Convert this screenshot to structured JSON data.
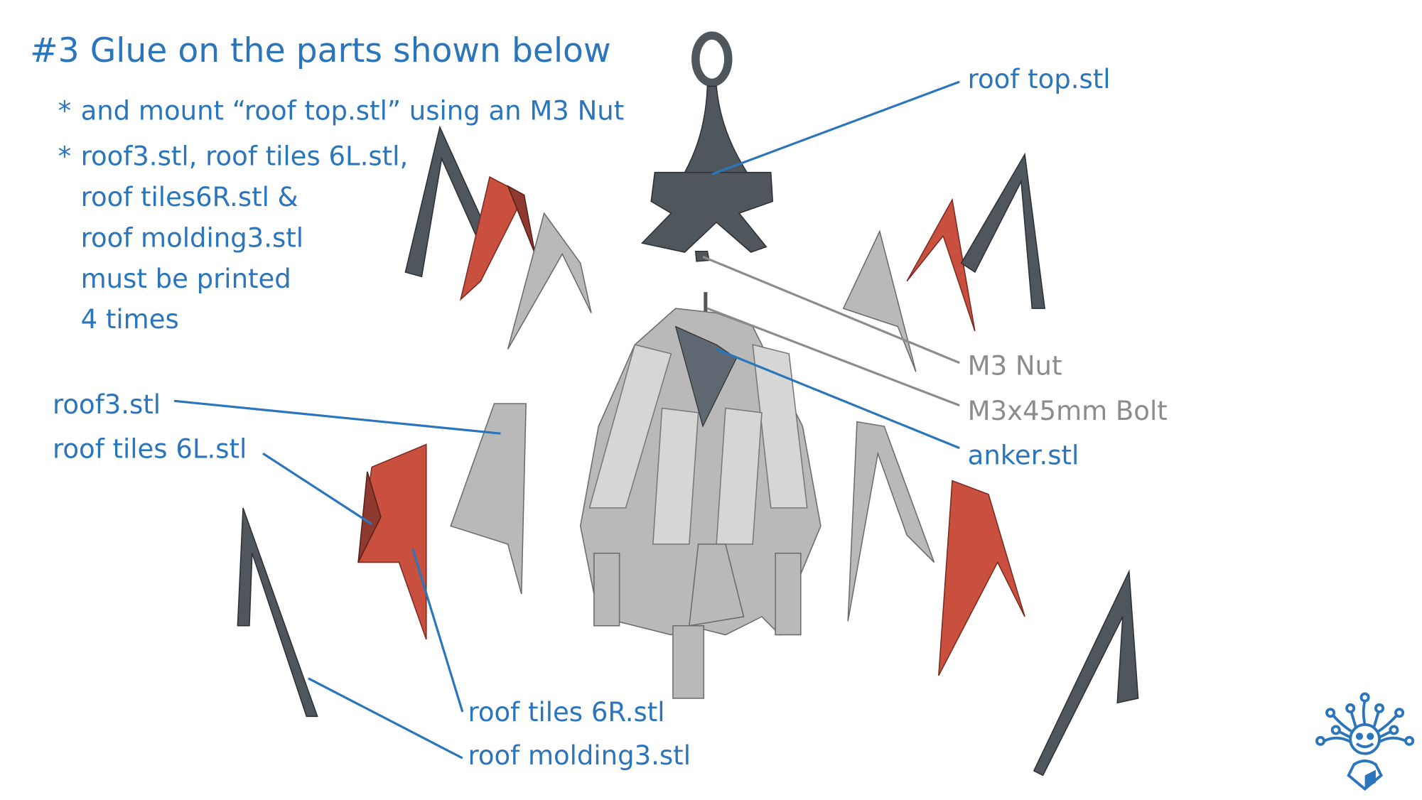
{
  "title": "#3 Glue on the parts shown below",
  "notes": {
    "bullet": "*",
    "lines": [
      "and mount “roof top.stl” using an M3 Nut",
      "roof3.stl, roof tiles 6L.stl,",
      "roof tiles6R.stl &",
      "roof molding3.stl",
      "must be printed",
      "4 times"
    ]
  },
  "labels": {
    "roof_top": "roof top.stl",
    "m3_nut": "M3 Nut",
    "bolt": "M3x45mm Bolt",
    "anker": "anker.stl",
    "roof3": "roof3.stl",
    "tiles_6l": "roof tiles 6L.stl",
    "tiles_6r": "roof tiles 6R.stl",
    "molding3": "roof molding3.stl"
  },
  "colors": {
    "text_blue": "#2a75bb",
    "text_grey": "#8c8c8c",
    "tile_red": "#c9503e",
    "molding_dark": "#4f565c",
    "roof_grey": "#b9b9b9"
  }
}
